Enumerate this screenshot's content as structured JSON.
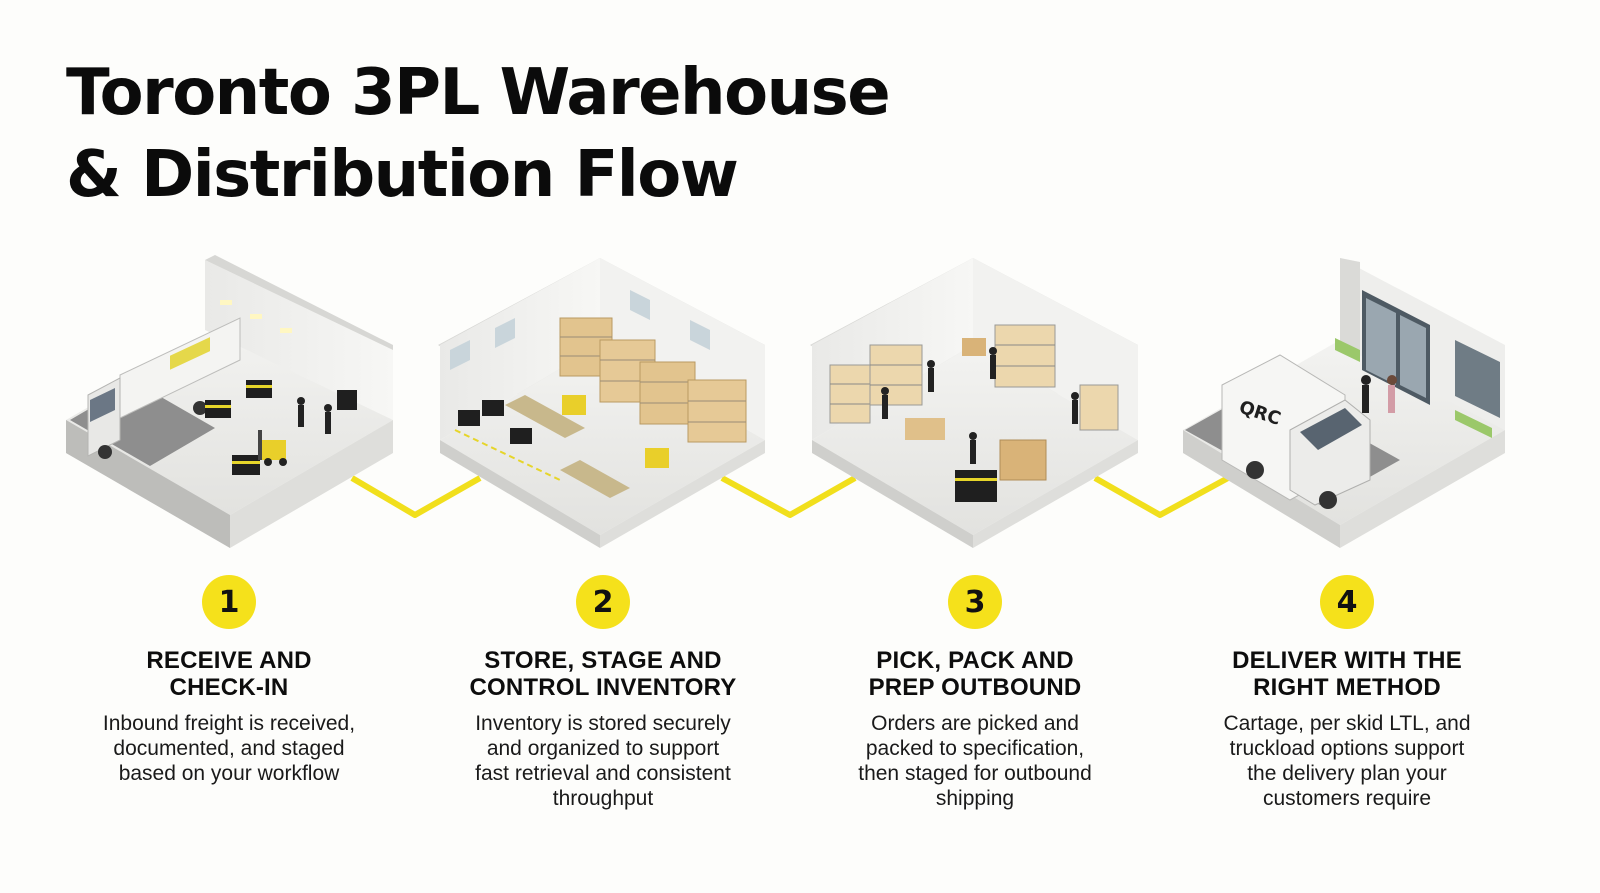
{
  "title": {
    "line1": "Toronto 3PL Warehouse",
    "line2": "& Distribution Flow"
  },
  "brand_text": "QRC",
  "colors": {
    "accent_yellow": "#f5e11b",
    "connector_yellow": "#f1df1c",
    "floor_grey": "#8e8e8e",
    "wall_white": "#eeeeec",
    "text_dark": "#111111"
  },
  "steps": [
    {
      "number": "1",
      "heading_line1": "RECEIVE AND",
      "heading_line2": "CHECK-IN",
      "desc_line1": "Inbound freight is received,",
      "desc_line2": "documented, and staged",
      "desc_line3": "based on your workflow",
      "desc_line4": "",
      "scene_icon": "truck-dock-scene"
    },
    {
      "number": "2",
      "heading_line1": "STORE, STAGE AND",
      "heading_line2": "CONTROL INVENTORY",
      "desc_line1": "Inventory is stored securely",
      "desc_line2": "and organized to support",
      "desc_line3": "fast retrieval and consistent",
      "desc_line4": "throughput",
      "scene_icon": "storage-racks-scene"
    },
    {
      "number": "3",
      "heading_line1": "PICK, PACK AND",
      "heading_line2": "PREP OUTBOUND",
      "desc_line1": "Orders are picked and",
      "desc_line2": "packed to specification,",
      "desc_line3": "then staged for outbound",
      "desc_line4": "shipping",
      "scene_icon": "pick-pack-scene"
    },
    {
      "number": "4",
      "heading_line1": "DELIVER WITH THE",
      "heading_line2": "RIGHT METHOD",
      "desc_line1": "Cartage, per skid LTL, and",
      "desc_line2": "truckload options support",
      "desc_line3": "the delivery plan your",
      "desc_line4": "customers require",
      "scene_icon": "delivery-van-scene"
    }
  ]
}
